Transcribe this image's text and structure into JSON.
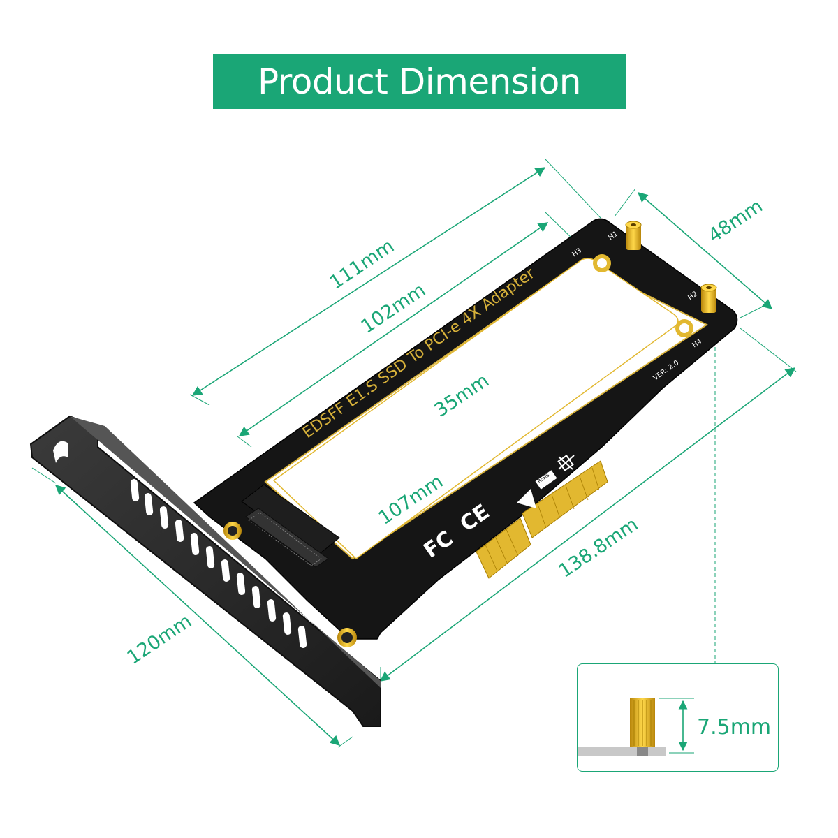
{
  "header": {
    "title": "Product Dimension"
  },
  "board": {
    "name": "EDSFF E1.S SSD To PCI-e 4X Adapter",
    "version": "VER: 2.0",
    "holes": [
      "H1",
      "H2",
      "H3",
      "H4"
    ],
    "cert_marks": [
      "FC",
      "CE",
      "RoHS"
    ]
  },
  "dimensions": {
    "overall_length": "111mm",
    "slot_length": "102mm",
    "slot_width": "35mm",
    "inner_length": "107mm",
    "board_width": "48mm",
    "total_length": "138.8mm",
    "bracket_height": "120mm",
    "standoff_height": "7.5mm"
  },
  "colors": {
    "accent": "#1aa676",
    "pcb": "#151515",
    "gold": "#e2b830",
    "bracket": "#2a2a2a"
  }
}
